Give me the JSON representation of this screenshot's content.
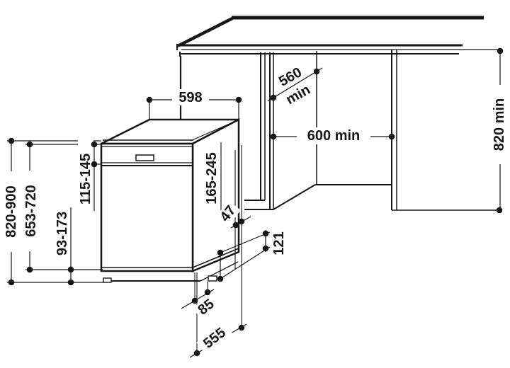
{
  "diagram": {
    "type": "installation-drawing",
    "subject": "built-in dishwasher under counter with side cabinets",
    "ink_color": "#161616",
    "background_color": "#ffffff",
    "labels": {
      "appliance_width": "598",
      "niche_depth_line1": "560",
      "niche_depth_line2": "min",
      "niche_width": "600 min",
      "niche_height": "820 min",
      "overall_height_range": "820-900",
      "door_height_range": "653-720",
      "plinth_height_range": "93-173",
      "control_panel_range": "115-145",
      "side_adjust_range": "165-245",
      "rear_gap": "47",
      "rear_foot_offset": "121",
      "toe_kick_recess": "85",
      "appliance_depth": "555"
    }
  }
}
